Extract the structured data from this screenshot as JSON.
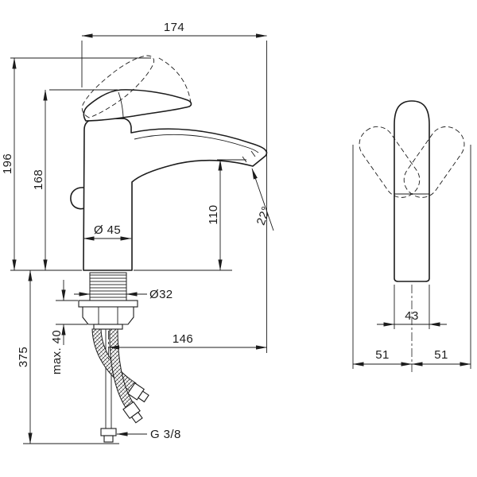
{
  "side_view": {
    "total_width": "174",
    "height_handle_raised": "196",
    "height_handle_down": "168",
    "spout_height": "110",
    "body_diameter": "Ø 45",
    "shank_diameter": "Ø32",
    "hose_length": "375",
    "max_mounting_thickness": "max. 40",
    "spout_reach": "146",
    "spout_angle": "22°",
    "connection_thread": "G 3/8"
  },
  "front_view": {
    "body_width": "43",
    "handle_swing_left": "51",
    "handle_swing_right": "51"
  },
  "colors": {
    "ink": "#1c1c1c",
    "background": "#ffffff"
  }
}
